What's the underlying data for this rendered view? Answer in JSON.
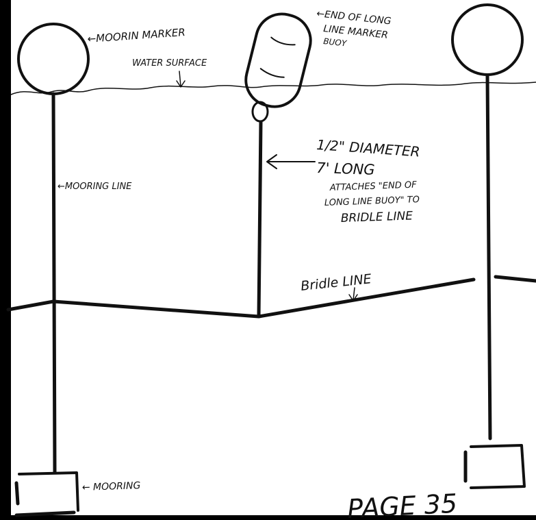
{
  "labels": {
    "mooring_marker": "←MOORIN MARKER",
    "end_buoy_line1": "←END OF LONG",
    "end_buoy_line2": "LINE MARKER",
    "end_buoy_line3": "BUOY",
    "water_surface": "WATER SURFACE",
    "mooring_line": "←MOORING LINE",
    "diameter": "1/2\" DIAMETER",
    "length": "7' LONG",
    "attaches_line1": "ATTACHES \"END OF",
    "attaches_line2": "LONG LINE BUOY\" TO",
    "attaches_line3": "BRIDLE LINE",
    "bridle_line": "Bridle LINE",
    "mooring": "← MOORING",
    "page": "PAGE 35"
  },
  "colors": {
    "ink": "#111111",
    "paper": "#ffffff",
    "frame": "#000000"
  }
}
